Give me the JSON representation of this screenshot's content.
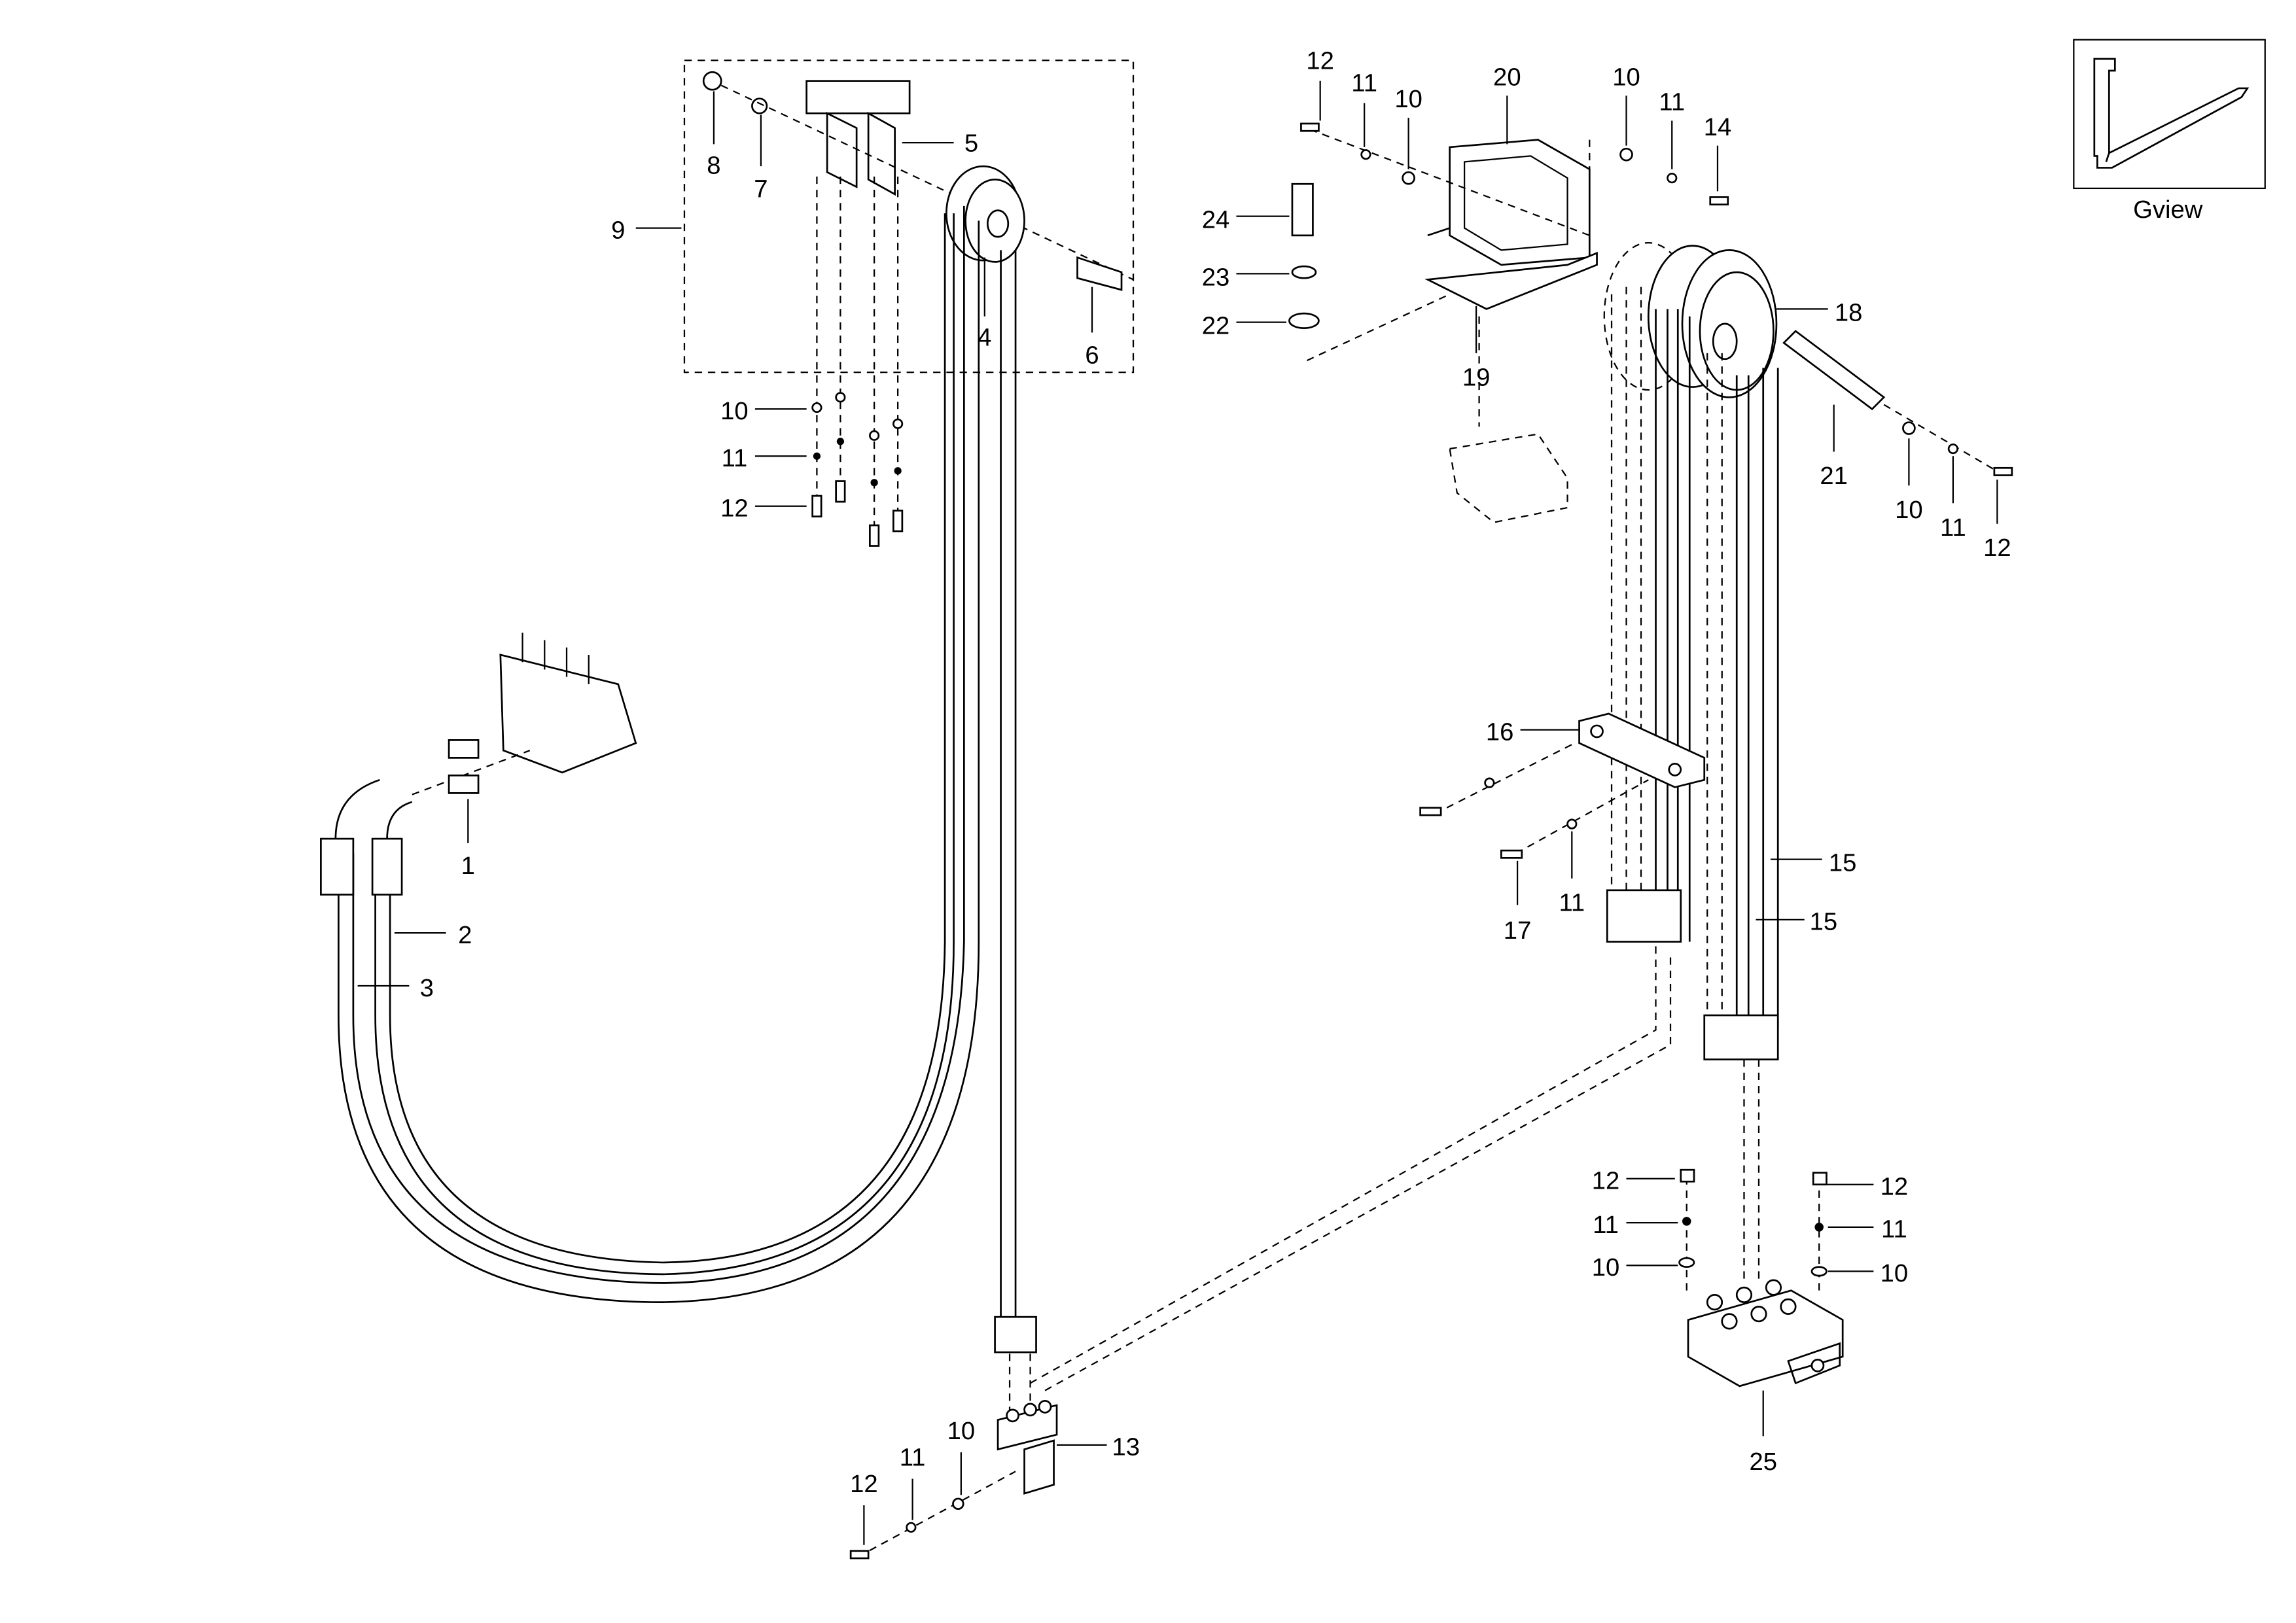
{
  "diagram": {
    "inset_caption": "Gview",
    "callouts": {
      "c1": "1",
      "c2": "2",
      "c3": "3",
      "c4": "4",
      "c5": "5",
      "c6": "6",
      "c7": "7",
      "c8": "8",
      "c9": "9",
      "c10": "10",
      "c11": "11",
      "c12": "12",
      "c13": "13",
      "c14": "14",
      "c15": "15",
      "c16": "16",
      "c17": "17",
      "c18": "18",
      "c19": "19",
      "c20": "20",
      "c21": "21",
      "c22": "22",
      "c23": "23",
      "c24": "24",
      "c25": "25"
    }
  }
}
